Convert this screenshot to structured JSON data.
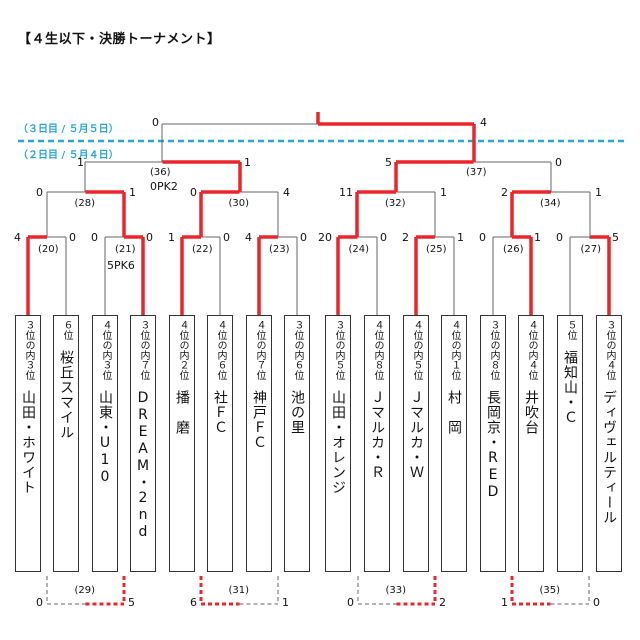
{
  "title": "【４生以下・決勝トーナメント】",
  "day_labels": [
    "（３日目 / ５月５日）",
    "（２日目 / ５月４日）"
  ],
  "teams": [
    {
      "seed": "３位の内３位",
      "name": "山田・ホワイト"
    },
    {
      "seed": "６位",
      "name": "桜丘スマイル"
    },
    {
      "seed": "４位の内３位",
      "name": "山東・U10"
    },
    {
      "seed": "３位の内７位",
      "name": "DREAM・2nd"
    },
    {
      "seed": "４位の内２位",
      "name": "播　磨"
    },
    {
      "seed": "４位の内６位",
      "name": "社ＦＣ"
    },
    {
      "seed": "４位の内７位",
      "name": "神戸ＦＣ"
    },
    {
      "seed": "３位の内６位",
      "name": "池の里"
    },
    {
      "seed": "３位の内５位",
      "name": "山田・オレンジ"
    },
    {
      "seed": "４位の内８位",
      "name": "Ｊマルカ・Ｒ"
    },
    {
      "seed": "４位の内５位",
      "name": "Ｊマルカ・Ｗ"
    },
    {
      "seed": "４位の内１位",
      "name": "村　岡"
    },
    {
      "seed": "３位の内８位",
      "name": "長岡京・RED"
    },
    {
      "seed": "４位の内４位",
      "name": "井吹台"
    },
    {
      "seed": "５位",
      "name": "福知山・Ｃ"
    },
    {
      "seed": "３位の内４位",
      "name": "ディヴェルティール"
    }
  ],
  "r1": [
    {
      "num": "(20)",
      "left": "4",
      "right": "0"
    },
    {
      "num": "(21)",
      "left": "0",
      "right": "0",
      "note": "5PK6"
    },
    {
      "num": "(22)",
      "left": "1",
      "right": "0"
    },
    {
      "num": "(23)",
      "left": "4",
      "right": "0"
    },
    {
      "num": "(24)",
      "left": "20",
      "right": "0"
    },
    {
      "num": "(25)",
      "left": "2",
      "right": "1"
    },
    {
      "num": "(26)",
      "left": "0",
      "right": "1"
    },
    {
      "num": "(27)",
      "left": "0",
      "right": "5"
    }
  ],
  "r2": [
    {
      "num": "(28)",
      "left": "0",
      "right": "1"
    },
    {
      "num": "(30)",
      "left": "0",
      "right": "4"
    },
    {
      "num": "(32)",
      "left": "11",
      "right": "1"
    },
    {
      "num": "(34)",
      "left": "2",
      "right": "1"
    }
  ],
  "r3": [
    {
      "num": "(36)",
      "left": "1",
      "right": "1",
      "note": "0PK2"
    },
    {
      "num": "(37)",
      "left": "5",
      "right": "0"
    }
  ],
  "final": {
    "left": "0",
    "right": "4"
  },
  "consolation": [
    {
      "num": "(29)",
      "left": "0",
      "right": "5"
    },
    {
      "num": "(31)",
      "left": "6",
      "right": "1"
    },
    {
      "num": "(33)",
      "left": "0",
      "right": "2"
    },
    {
      "num": "(35)",
      "left": "1",
      "right": "0"
    }
  ],
  "colors": {
    "win": "#e8262b",
    "line": "#666666",
    "divider": "#2aa6d6"
  }
}
